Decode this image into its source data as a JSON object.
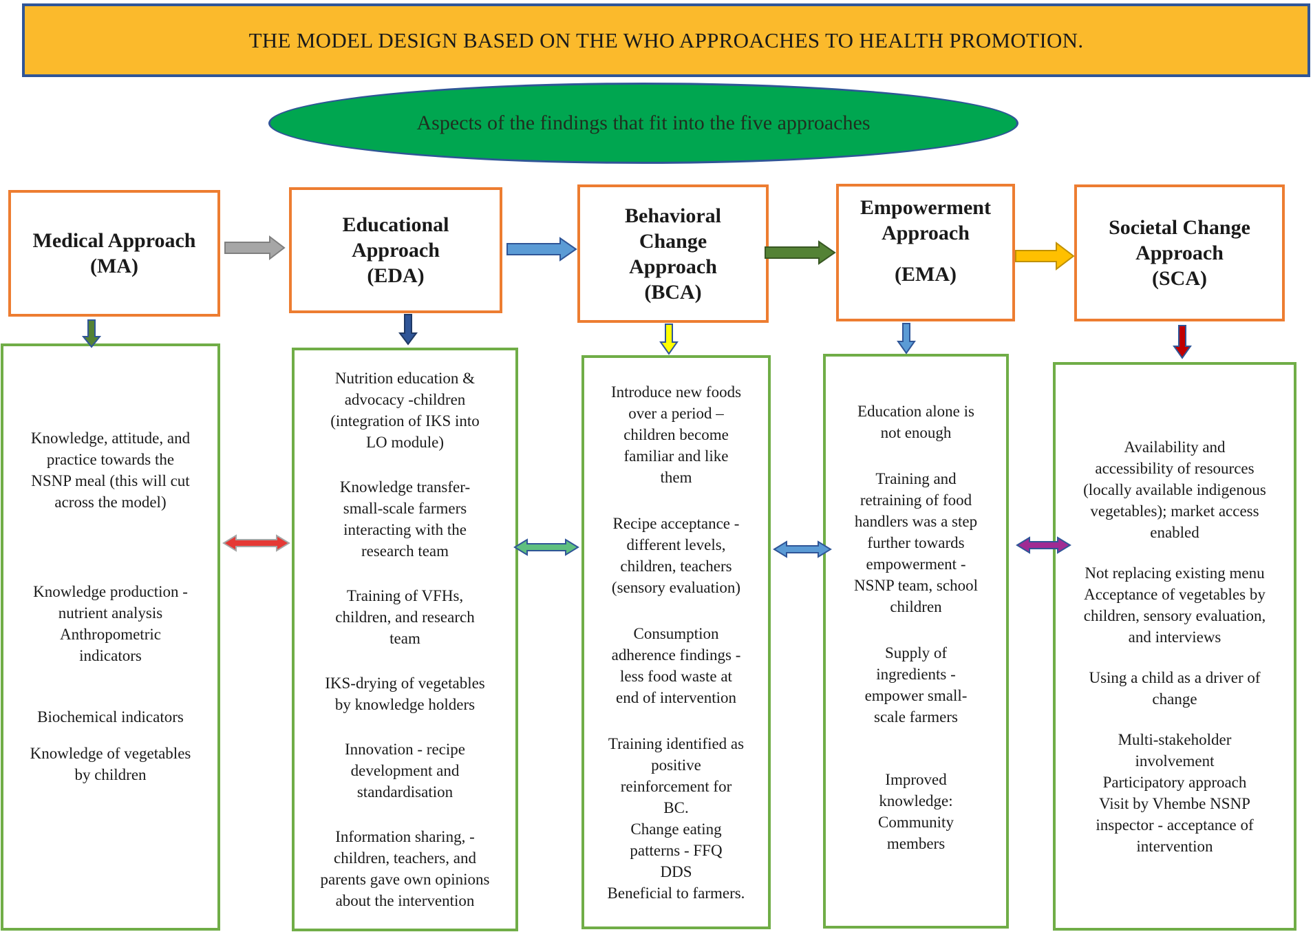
{
  "title": "THE MODEL DESIGN BASED ON THE WHO APPROACHES TO HEALTH PROMOTION.",
  "subtitle": "Aspects of the findings that fit into the five approaches",
  "approaches": [
    {
      "heading": [
        "Medical Approach",
        "(MA)"
      ],
      "items": [
        "Knowledge, attitude, and\npractice towards the\nNSNP meal (this will cut\nacross the model)",
        "Knowledge production -\nnutrient analysis\nAnthropometric\nindicators",
        "Biochemical indicators",
        "Knowledge of vegetables\nby children"
      ]
    },
    {
      "heading": [
        "Educational",
        "Approach",
        "(EDA)"
      ],
      "items": [
        "Nutrition education &\nadvocacy -children\n(integration of IKS into\nLO module)",
        "Knowledge transfer-\nsmall-scale farmers\ninteracting with the\nresearch team",
        "Training of VFHs,\nchildren, and research\nteam",
        "IKS-drying of vegetables\nby knowledge holders",
        "Innovation - recipe\ndevelopment and\nstandardisation",
        "Information sharing, -\nchildren, teachers, and\nparents gave own opinions\nabout the intervention"
      ]
    },
    {
      "heading": [
        "Behavioral",
        "Change",
        "Approach",
        "(BCA)"
      ],
      "items": [
        "Introduce new foods\nover a period –\nchildren become\nfamiliar and like\nthem",
        "Recipe acceptance -\ndifferent levels,\nchildren, teachers\n(sensory evaluation)",
        "Consumption\nadherence findings -\nless food waste at\nend of intervention",
        "Training identified as\npositive\nreinforcement for\nBC.\nChange eating\npatterns - FFQ\nDDS\nBeneficial to farmers."
      ]
    },
    {
      "heading": [
        "Empowerment",
        "Approach",
        "",
        "(EMA)"
      ],
      "items": [
        "Education alone is\nnot enough",
        "Training and\nretraining of food\nhandlers was a step\nfurther towards\nempowerment -\nNSNP team, school\nchildren",
        "Supply of\ningredients -\nempower small-\nscale farmers",
        "Improved\nknowledge:\nCommunity\nmembers"
      ]
    },
    {
      "heading": [
        "Societal Change",
        "Approach",
        "(SCA)"
      ],
      "items": [
        "Availability and\naccessibility of resources\n(locally available indigenous\nvegetables); market access\nenabled",
        "Not replacing existing menu\nAcceptance of vegetables by\nchildren, sensory evaluation,\nand interviews",
        "Using a child as a driver of\nchange",
        "Multi-stakeholder\ninvolvement\nParticipatory approach\nVisit by Vhembe NSNP\ninspector - acceptance of\nintervention"
      ]
    }
  ],
  "colors": {
    "banner": "#FBBA2C",
    "banner_border": "#2F5597",
    "ellipse": "#00A650",
    "heading_border": "#ED7D31",
    "column_border": "#70AD47",
    "horizontal_arrows": [
      "#A6A6A6",
      "#5B9BD5",
      "#548235",
      "#FFC000"
    ],
    "down_arrows": [
      "#548235",
      "#2F5597",
      "#FFFF00",
      "#5B9BD5",
      "#C00000"
    ],
    "double_arrows": [
      "#E53935",
      "#5FBF7F",
      "#5B9BD5",
      "#A02B93"
    ]
  }
}
